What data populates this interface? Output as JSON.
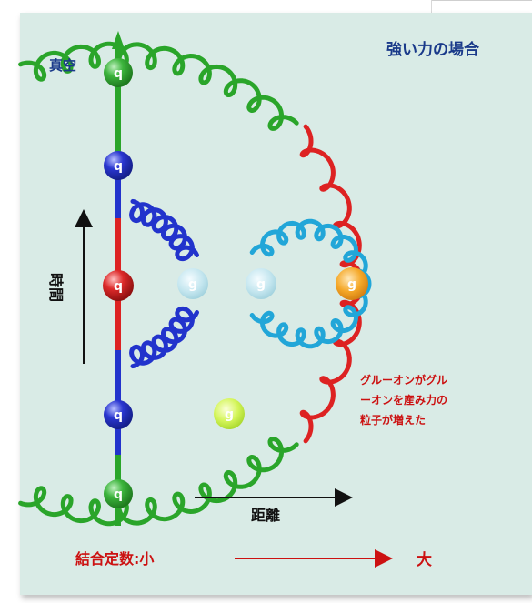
{
  "title": "強い力の場合",
  "vacuum_label": "真空",
  "time_label": "時間",
  "distance_label": "距離",
  "coupling_label": "結合定数:小",
  "coupling_big": "大",
  "annotation": [
    "グルーオンがグル",
    "ーオンを産み力の",
    "粒子が増えた"
  ],
  "quark_symbol": "q",
  "gluon_symbol": "g",
  "colors": {
    "background": "#d9ebe6",
    "title": "#1a3a8a",
    "annotation": "#cc1111",
    "coupling": "#cc1111",
    "green": "#2aa52a",
    "blue": "#2233cc",
    "red": "#dd2222",
    "cyan": "#22a6d8",
    "orange": "#f0a020",
    "yellowgreen": "#c8f040"
  }
}
